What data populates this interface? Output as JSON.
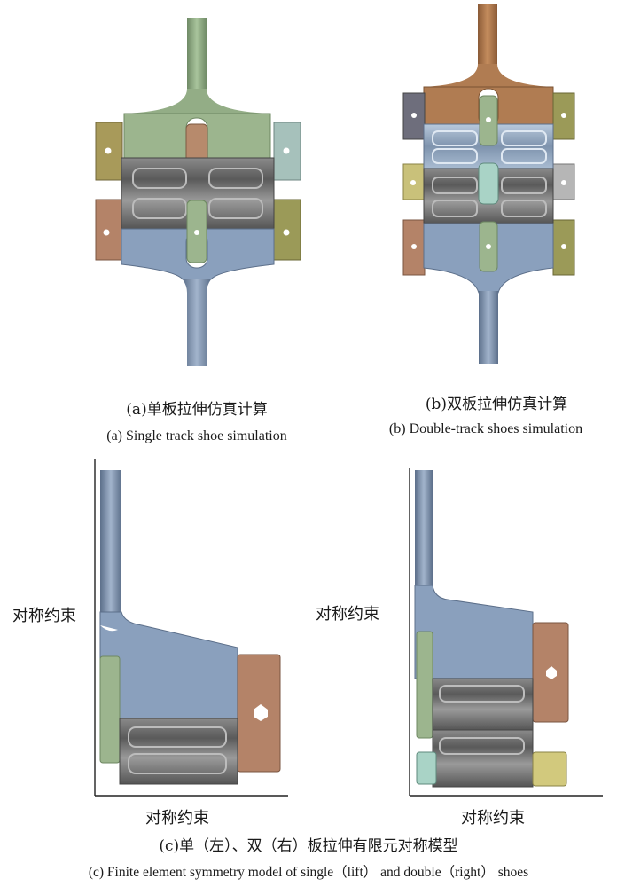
{
  "panel_a": {
    "caption_zh": "(a)单板拉伸仿真计算",
    "caption_en": "(a) Single track shoe simulation"
  },
  "panel_b": {
    "caption_zh": "(b)双板拉伸仿真计算",
    "caption_en": "(b) Double-track shoes simulation"
  },
  "panel_c": {
    "constraint_label": "对称约束",
    "caption_zh": "(c)单（左）、双（右）板拉伸有限元对称模型",
    "caption_en": "(c) Finite element symmetry model of single（lift） and double（right） shoes"
  },
  "colors": {
    "green_part": "#9cb58e",
    "blue_part": "#8aa0bd",
    "copper_part": "#b78a6c",
    "olive_part": "#9b9a58",
    "gray_shoe": "#6f6f6f"
  }
}
